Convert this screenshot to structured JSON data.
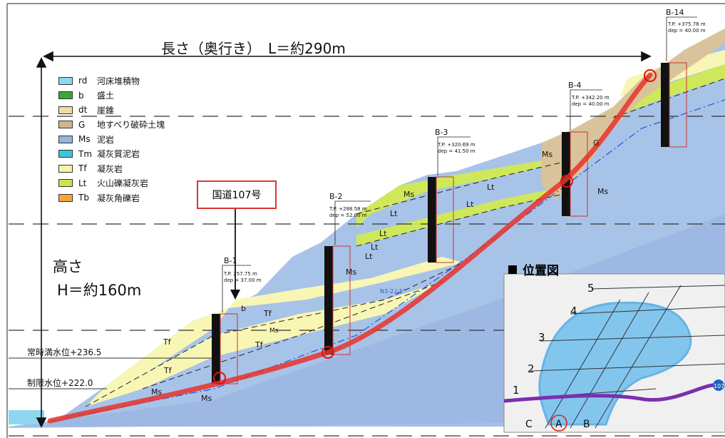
{
  "dimensions": {
    "length_label": "長さ（奥行き）　L＝約290m",
    "height_label_1": "高さ",
    "height_label_2": "H＝約160m"
  },
  "legend": [
    {
      "code": "rd",
      "name": "河床堆積物",
      "color": "#8fd7ef"
    },
    {
      "code": "b",
      "name": "盛土",
      "color": "#39a83a"
    },
    {
      "code": "dt",
      "name": "崖錐",
      "color": "#f3dca0"
    },
    {
      "code": "G",
      "name": "地すべり破砕土塊",
      "color": "#cdb58c"
    },
    {
      "code": "Ms",
      "name": "泥岩",
      "color": "#93b4dd"
    },
    {
      "code": "Tm",
      "name": "凝灰質泥岩",
      "color": "#3bc7d9"
    },
    {
      "code": "Tf",
      "name": "凝灰岩",
      "color": "#f7f4a8"
    },
    {
      "code": "Lt",
      "name": "火山礫凝灰岩",
      "color": "#c8e64a"
    },
    {
      "code": "Tb",
      "name": "凝灰角礫岩",
      "color": "#f7a43e"
    }
  ],
  "callout": "国道107号",
  "water_levels": {
    "normal": "常時満水位+236.5",
    "limit": "制限水位+222.0"
  },
  "boreholes": [
    {
      "name": "B-1",
      "tp": "T.P. 257.75 m",
      "dep": "dep = 37.00 m"
    },
    {
      "name": "B-2",
      "tp": "T.P. +288.58 m",
      "dep": "dep = 52.00 m"
    },
    {
      "name": "B-3",
      "tp": "T.P. +320.69 m",
      "dep": "dep = 41.50 m"
    },
    {
      "name": "B-4",
      "tp": "T.P. +342.20 m",
      "dep": "dep = 40.00 m"
    },
    {
      "name": "B-14",
      "tp": "T.P. +375.78 m",
      "dep": "dep = 40.00 m"
    }
  ],
  "layer_labels": {
    "ms": "Ms",
    "tf": "Tf",
    "lt": "Lt",
    "g": "G",
    "b": "b",
    "slope_note": "N3-2ム5°"
  },
  "location_map": {
    "title": "位置図",
    "line_numbers": [
      "1",
      "2",
      "3",
      "4",
      "5"
    ],
    "bottom_labels": [
      "C",
      "A",
      "B"
    ],
    "road_label": "107"
  },
  "colors": {
    "ms": "#a8c3e8",
    "tf": "#f8f6b4",
    "lt": "#cfe85a",
    "g": "#d9c39a",
    "rd": "#8fd7ef",
    "slip": "#e8322c"
  }
}
